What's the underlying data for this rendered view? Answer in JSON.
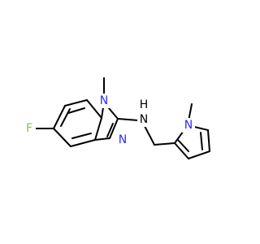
{
  "atoms": {
    "fluorine": {
      "symbol": "F",
      "color": "#8fc23f"
    },
    "n_imidazole_methyl": {
      "symbol": "N",
      "color": "#2b2bff"
    },
    "n_imidazole": {
      "symbol": "N",
      "color": "#2b2bff"
    },
    "n_amine": {
      "symbol": "N",
      "color": "#000000"
    },
    "h_amine": {
      "symbol": "H",
      "color": "#000000"
    },
    "n_pyrrole": {
      "symbol": "N",
      "color": "#2b2bff"
    }
  }
}
